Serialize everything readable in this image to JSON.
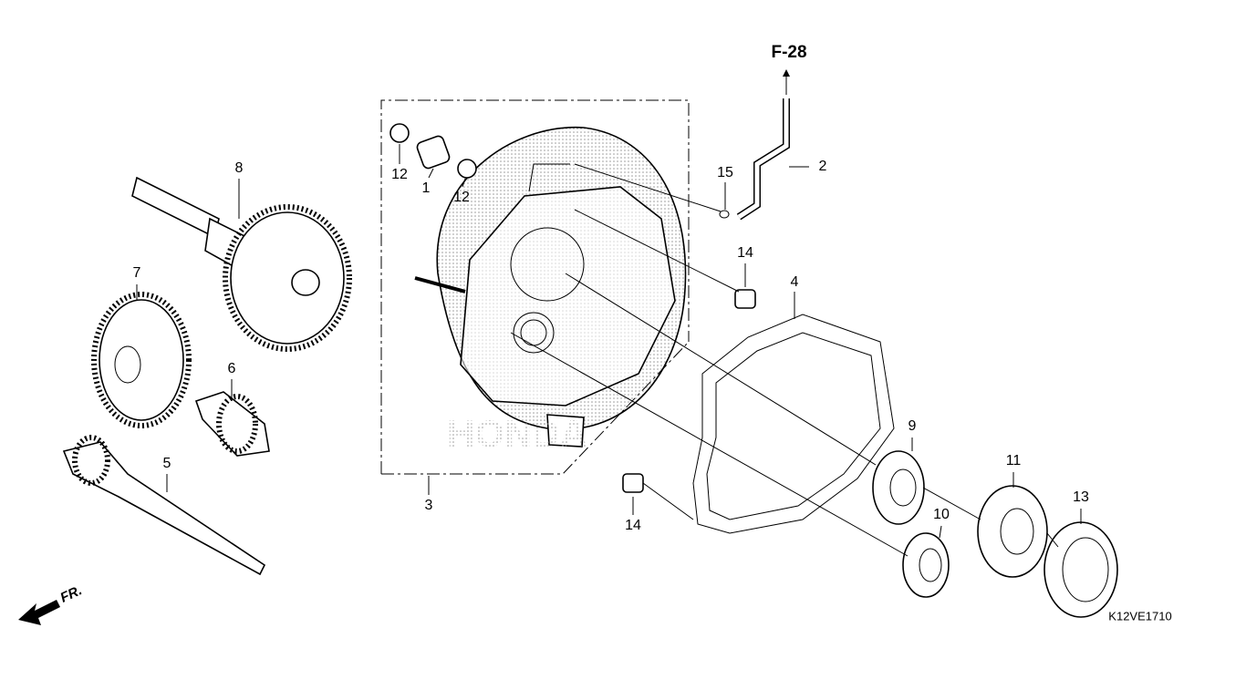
{
  "diagram": {
    "reference": "F-28",
    "front_indicator": "FR.",
    "diagram_code": "K12VE1710",
    "watermark": "HONDA",
    "callouts": [
      "2",
      "15",
      "14",
      "4",
      "12",
      "1",
      "12",
      "8",
      "7",
      "6",
      "5",
      "3",
      "14",
      "9",
      "10",
      "11",
      "13"
    ]
  }
}
